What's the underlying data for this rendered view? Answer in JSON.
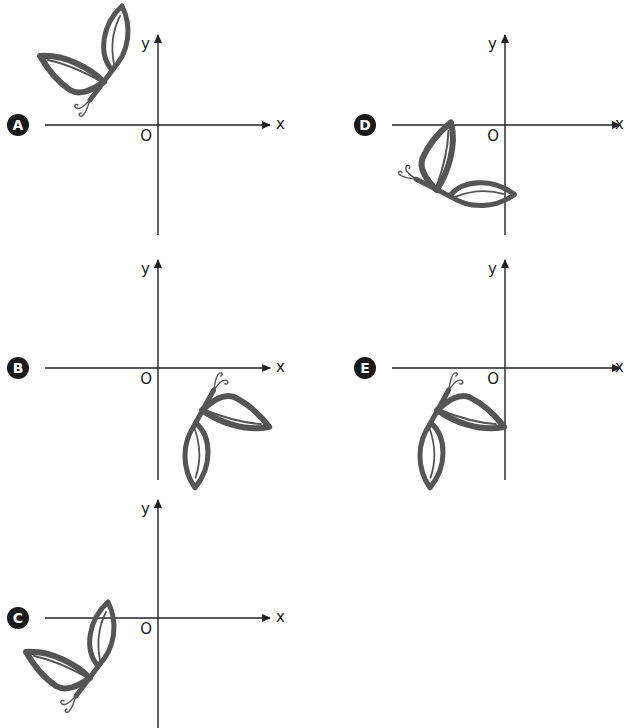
{
  "diagram": {
    "labels": [
      "A",
      "y",
      "x",
      "O",
      "D",
      "y",
      "x",
      "O",
      "B",
      "y",
      "x",
      "O",
      "E",
      "y",
      "x",
      "O",
      "C",
      "y",
      "x",
      "O"
    ]
  }
}
